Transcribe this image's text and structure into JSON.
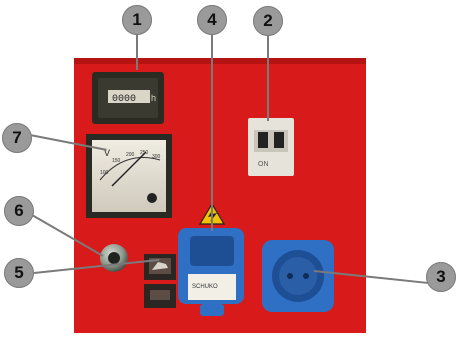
{
  "callouts": [
    "1",
    "2",
    "3",
    "4",
    "5",
    "6",
    "7"
  ],
  "colors": {
    "panel": "#d81a1a",
    "panel_shadow": "#b51212",
    "socket_blue": "#2f6fc4",
    "socket_dark": "#1e4f94",
    "callout_gray": "#9a9a9a",
    "hour_meter": "#2b2b22",
    "meter_face": "#e9e6dc",
    "warning_yellow": "#f2c200"
  },
  "hour_meter": {
    "digits": "0000",
    "unit": "h"
  },
  "voltmeter": {
    "unit": "V",
    "ticks": [
      "100",
      "150",
      "200",
      "250",
      "300"
    ]
  },
  "breaker": {
    "label": "ON"
  },
  "socket_label": "SCHUKO"
}
